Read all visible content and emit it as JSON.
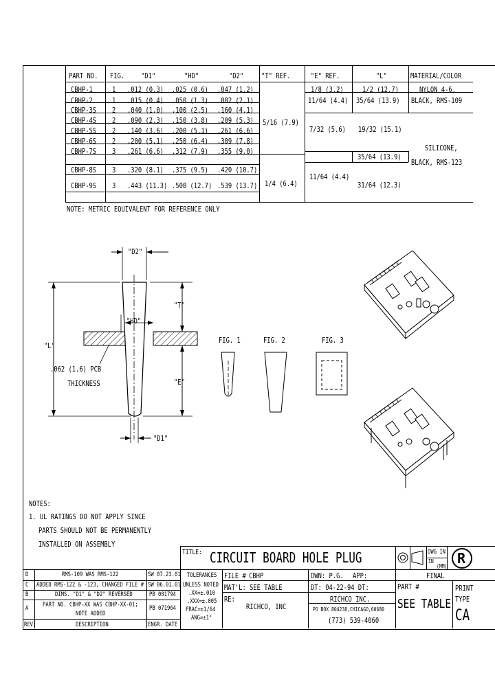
{
  "table": {
    "headers": [
      "PART NO.",
      "FIG.",
      "\"D1\"",
      "\"HD\"",
      "\"D2\"",
      "\"T\" REF.",
      "\"E\" REF.",
      "\"L\"",
      "MATERIAL/COLOR"
    ],
    "rows": [
      [
        "CBHP-1",
        "1",
        ".012 (0.3)",
        ".025 (0.6)",
        ".047 (1.2)"
      ],
      [
        "CBHP-2",
        "1",
        ".015 (0.4)",
        ".050 (1.3)",
        ".082 (2.1)"
      ],
      [
        "CBHP-3S",
        "2",
        ".040 (1.0)",
        ".100 (2.5)",
        ".160 (4.1)"
      ],
      [
        "CBHP-4S",
        "2",
        ".090 (2.3)",
        ".150 (3.8)",
        ".209 (5.3)"
      ],
      [
        "CBHP-5S",
        "2",
        ".140 (3.6)",
        ".200 (5.1)",
        ".261 (6.6)"
      ],
      [
        "CBHP-6S",
        "2",
        ".200 (5.1)",
        ".250 (6.4)",
        ".309 (7.8)"
      ],
      [
        "CBHP-7S",
        "3",
        ".261 (6.6)",
        ".312 (7.9)",
        ".355 (9.0)"
      ],
      [
        "CBHP-8S",
        "3",
        ".320 (8.1)",
        ".375 (9.5)",
        ".420 (10.7)"
      ],
      [
        "CBHP-9S",
        "3",
        ".443 (11.3)",
        ".500 (12.7)",
        ".539 (13.7)"
      ]
    ],
    "t_ref": [
      "5/16 (7.9)",
      "1/4 (6.4)"
    ],
    "e_ref": [
      "1/8 (3.2)",
      "11/64 (4.4)",
      "7/32 (5.6)",
      "11/64 (4.4)"
    ],
    "l_val": [
      "1/2 (12.7)",
      "35/64 (13.9)",
      "19/32 (15.1)",
      "35/64 (13.9)",
      "31/64 (12.3)"
    ],
    "material": [
      "NYLON 4-6,",
      "BLACK, RMS-109",
      "SILICONE,",
      "BLACK, RMS-123"
    ],
    "note": "NOTE: METRIC EQUIVALENT FOR REFERENCE ONLY"
  },
  "drawing": {
    "d2": "\"D2\"",
    "t": "\"T\"",
    "hd": "\"HD\"",
    "l": "\"L\"",
    "e": "\"E\"",
    "d1": "\"D1\"",
    "pcb_line1": ".062 (1.6) PCB",
    "pcb_line2": "THICKNESS",
    "fig1": "FIG. 1",
    "fig2": "FIG. 2",
    "fig3": "FIG. 3"
  },
  "notes": {
    "title": "NOTES:",
    "line1": "1. UL RATINGS DO NOT APPLY SINCE",
    "line2": "PARTS SHOULD NOT BE PERMANENTLY",
    "line3": "INSTALLED ON ASSEMBLY"
  },
  "title_block": {
    "title_label": "TITLE:",
    "title": "CIRCUIT BOARD HOLE PLUG",
    "dwg_in": "DWG IN",
    "in": "IN",
    "mm": "(MM)",
    "tolerances": "TOLERANCES",
    "unless_noted": "UNLESS NOTED",
    "tol_xx": ".XX=±.010",
    "tol_xxx": ".XXX=±.005",
    "tol_frac": "FRAC=±1/64",
    "tol_ang": "ANG=±1°",
    "file_label": "FILE #",
    "file": "CBHP",
    "matl_label": "MAT'L:",
    "matl": "SEE TABLE",
    "re_label": "RE:",
    "re": "RICHCO, INC",
    "dwn": "DWN: P.G.",
    "app": "APP:",
    "final": "FINAL",
    "dt": "DT: 04-22-94 DT:",
    "company": "RICHCO INC.",
    "address": "PO BOX 804238,CHICAGO,60680",
    "phone": "(773) 539-4060",
    "part_label": "PART #",
    "part": "SEE TABLE",
    "print_type_1": "PRINT",
    "print_type_2": "TYPE",
    "print_type": "CA",
    "logo": "R"
  },
  "revisions": [
    {
      "rev": "D",
      "desc": "RMS-109 WAS RMS-122",
      "engr": "SW 07.23.01"
    },
    {
      "rev": "C",
      "desc": "ADDED RMS-122 & -123, CHANGED FILE #",
      "engr": "SW 06.01.01"
    },
    {
      "rev": "B",
      "desc": "DIMS. \"D1\" & \"D2\" REVERSED",
      "engr": "PB 081794"
    },
    {
      "rev": "A",
      "desc": "PART NO. CBHP-XX WAS CBHP-XX-01;",
      "desc2": "NOTE ADDED",
      "engr": "PB 071964"
    }
  ],
  "rev_headers": {
    "rev": "REV",
    "desc": "DESCRIPTION",
    "engr": "ENGR. DATE"
  }
}
